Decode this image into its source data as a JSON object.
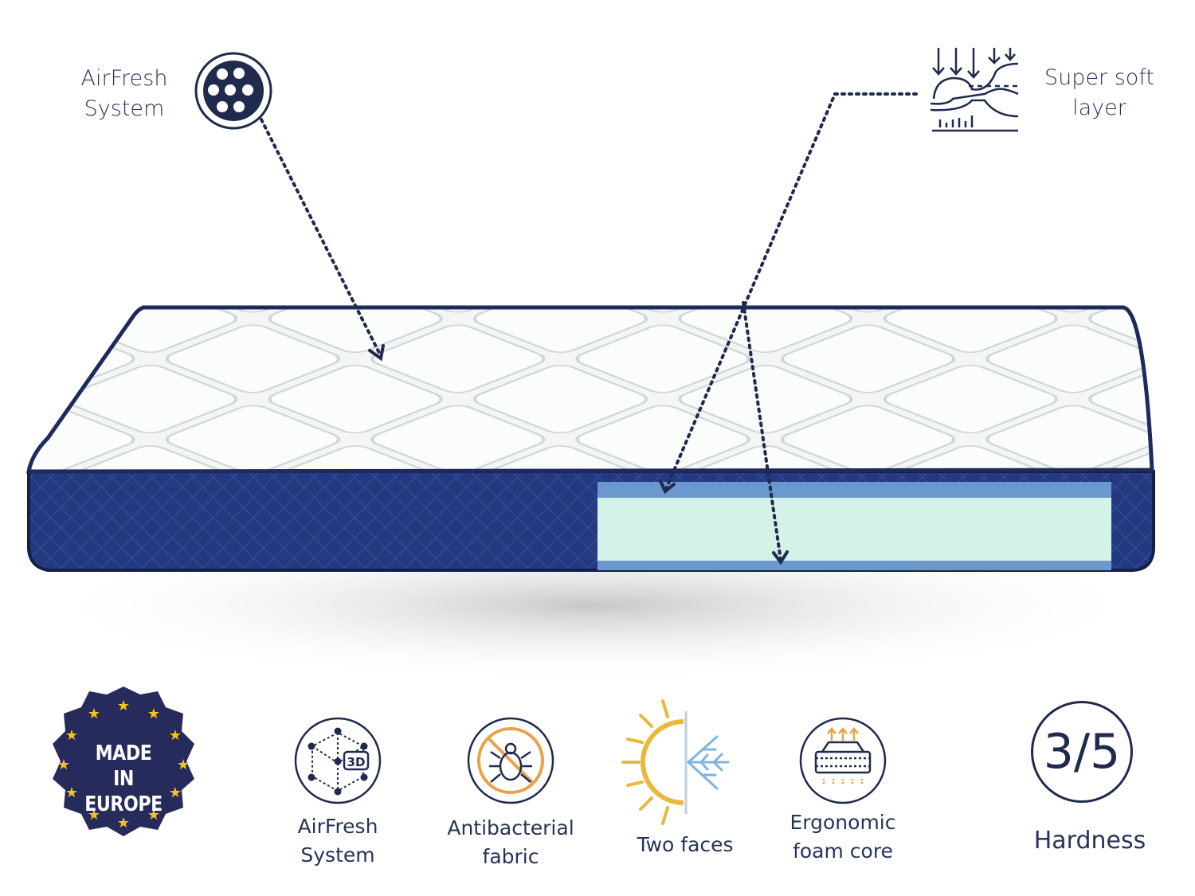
{
  "callouts": {
    "airfresh_top": {
      "line1": "AirFresh",
      "line2": "System",
      "icon": "perforated-circle-icon"
    },
    "soft_layer": {
      "line1": "Super soft",
      "line2": "layer",
      "icon": "pressure-layer-icon"
    }
  },
  "badge": {
    "line1": "MADE IN",
    "line2": "EUROPE",
    "icon": "eu-stars-badge",
    "colors": {
      "fill": "#262b5c",
      "stars": "#f5c518"
    }
  },
  "features": [
    {
      "line1": "AirFresh",
      "line2": "System",
      "icon": "cube-3d-icon"
    },
    {
      "line1": "Antibacterial",
      "line2": "fabric",
      "icon": "no-mite-icon"
    },
    {
      "line1": "Two faces",
      "line2": "",
      "icon": "sun-snowflake-icon"
    },
    {
      "line1": "Ergonomic",
      "line2": "foam core",
      "icon": "foam-core-icon"
    }
  ],
  "hardness": {
    "value": "3/5",
    "label": "Hardness"
  },
  "colors": {
    "navy": "#1f2a4d",
    "side_fabric": "#243a82",
    "top_fabric": "#f3f5f5",
    "layer_blue": "#6a98cf",
    "core_mint": "#d5f2e6",
    "accent_orange": "#e8a34a",
    "accent_blue": "#7cb5e0"
  }
}
